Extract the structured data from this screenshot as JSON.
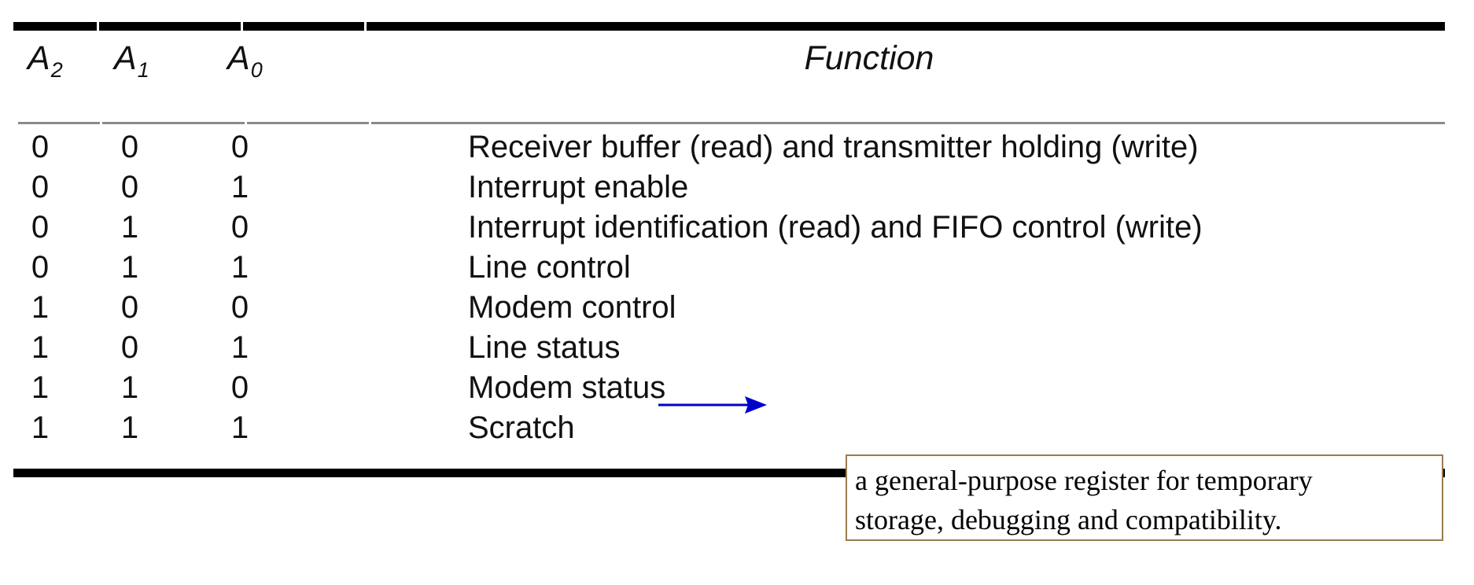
{
  "table": {
    "headers": {
      "a2": "A",
      "a2_sub": "2",
      "a1": "A",
      "a1_sub": "1",
      "a0": "A",
      "a0_sub": "0",
      "function": "Function"
    },
    "rows": [
      {
        "a2": "0",
        "a1": "0",
        "a0": "0",
        "function": "Receiver buffer (read) and transmitter holding (write)"
      },
      {
        "a2": "0",
        "a1": "0",
        "a0": "1",
        "function": "Interrupt enable"
      },
      {
        "a2": "0",
        "a1": "1",
        "a0": "0",
        "function": "Interrupt identification (read) and FIFO control (write)"
      },
      {
        "a2": "0",
        "a1": "1",
        "a0": "1",
        "function": "Line control"
      },
      {
        "a2": "1",
        "a1": "0",
        "a0": "0",
        "function": "Modem control"
      },
      {
        "a2": "1",
        "a1": "0",
        "a0": "1",
        "function": "Line status"
      },
      {
        "a2": "1",
        "a1": "1",
        "a0": "0",
        "function": "Modem status"
      },
      {
        "a2": "1",
        "a1": "1",
        "a0": "1",
        "function": "Scratch"
      }
    ]
  },
  "annotation": {
    "line1": "a general-purpose register for temporary",
    "line2": "storage, debugging and compatibility.",
    "border_color": "#9a7b4f",
    "arrow_color": "#0000cc"
  }
}
